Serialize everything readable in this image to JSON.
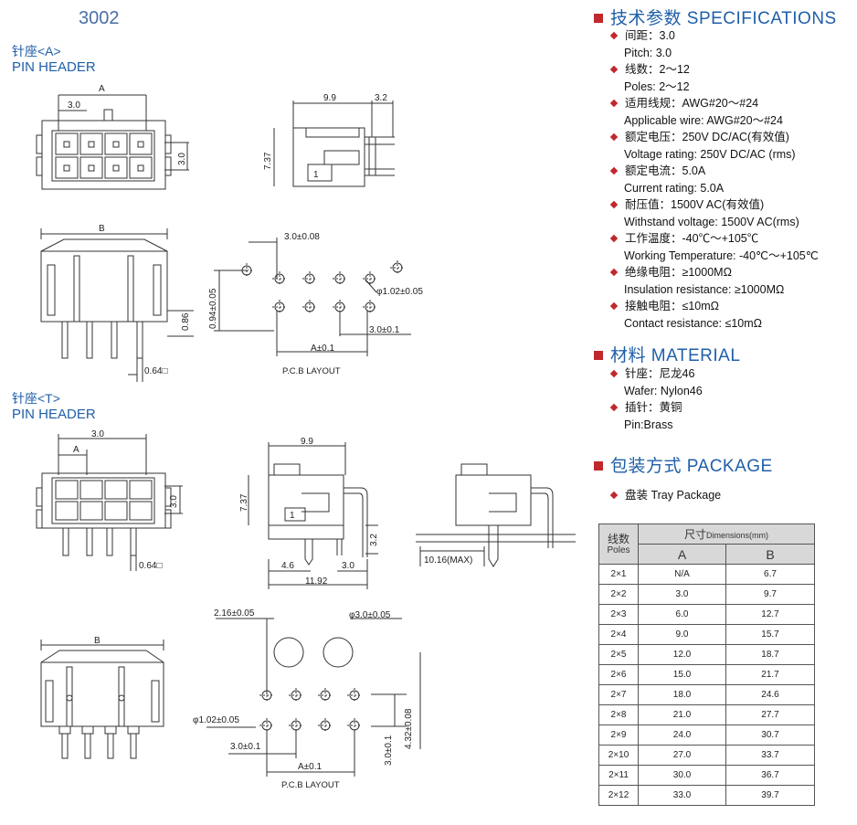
{
  "model": "3002",
  "header_a": {
    "cn": "针座<A>",
    "en": "PIN HEADER"
  },
  "header_t": {
    "cn": "针座<T>",
    "en": "PIN HEADER"
  },
  "drawing_labels": {
    "a_top_A": "A",
    "a_top_3": "3.0",
    "a_top_right3": "3.0",
    "a_side_99": "9.9",
    "a_side_32": "3.2",
    "a_side_737": "7.37",
    "a_front_B": "B",
    "a_front_086": "0.86",
    "a_front_064": "0.64□",
    "a_pcb_308": "3.0±0.08",
    "a_pcb_094": "0.94±0.05",
    "a_pcb_102": "φ1.02±0.05",
    "a_pcb_301": "3.0±0.1",
    "a_pcb_A": "A±0.1",
    "a_pcb_layout": "P.C.B LAYOUT",
    "t_top_3": "3.0",
    "t_top_A": "A",
    "t_top_right3": "3.0",
    "t_top_064": "0.64□",
    "t_side_99": "9.9",
    "t_side_737": "7.37",
    "t_side_46": "4.6",
    "t_side_30": "3.0",
    "t_side_32": "3.2",
    "t_side_1192": "11.92",
    "t_side2_1016": "10.16(MAX)",
    "t_front_B": "B",
    "t_pcb_216": "2.16±0.05",
    "t_pcb_phi30": "φ3.0±0.05",
    "t_pcb_phi102": "φ1.02±0.05",
    "t_pcb_301": "3.0±0.1",
    "t_pcb_A": "A±0.1",
    "t_pcb_301v": "3.0±0.1",
    "t_pcb_432": "4.32±0.08",
    "t_pcb_layout": "P.C.B LAYOUT",
    "pin_mark": "1"
  },
  "specifications": {
    "title": "技术参数 SPECIFICATIONS",
    "items": [
      {
        "cn": "间距：3.0",
        "en": "Pitch: 3.0"
      },
      {
        "cn": "线数：2～12",
        "en": "Poles: 2～12"
      },
      {
        "cn": "适用线规：AWG#20～#24",
        "en": "Applicable wire: AWG#20～#24"
      },
      {
        "cn": "额定电压：250V DC/AC(有效值)",
        "en": "Voltage rating: 250V DC/AC (rms)"
      },
      {
        "cn": "额定电流：5.0A",
        "en": "Current rating: 5.0A"
      },
      {
        "cn": "耐压值：1500V AC(有效值)",
        "en": "Withstand voltage: 1500V AC(rms)"
      },
      {
        "cn": "工作温度：-40℃～+105℃",
        "en": "Working Temperature: -40℃～+105℃"
      },
      {
        "cn": "绝缘电阻：≥1000MΩ",
        "en": "Insulation resistance: ≥1000MΩ"
      },
      {
        "cn": "接触电阻：≤10mΩ",
        "en": "Contact resistance: ≤10mΩ"
      }
    ]
  },
  "material": {
    "title": "材料 MATERIAL",
    "items": [
      {
        "cn": "针座：尼龙46",
        "en": "Wafer: Nylon46"
      },
      {
        "cn": "插针：黄铜",
        "en": "Pin:Brass"
      }
    ]
  },
  "package": {
    "title": "包装方式 PACKAGE",
    "items": [
      {
        "cn": "盘装 Tray Package"
      }
    ]
  },
  "dimension_table": {
    "col_poles_cn": "线数",
    "col_poles_en": "Poles",
    "col_dim_cn": "尺寸",
    "col_dim_en": "Dimensions(mm)",
    "col_a": "A",
    "col_b": "B",
    "rows": [
      {
        "poles": "2×1",
        "a": "N/A",
        "b": "6.7"
      },
      {
        "poles": "2×2",
        "a": "3.0",
        "b": "9.7"
      },
      {
        "poles": "2×3",
        "a": "6.0",
        "b": "12.7"
      },
      {
        "poles": "2×4",
        "a": "9.0",
        "b": "15.7"
      },
      {
        "poles": "2×5",
        "a": "12.0",
        "b": "18.7"
      },
      {
        "poles": "2×6",
        "a": "15.0",
        "b": "21.7"
      },
      {
        "poles": "2×7",
        "a": "18.0",
        "b": "24.6"
      },
      {
        "poles": "2×8",
        "a": "21.0",
        "b": "27.7"
      },
      {
        "poles": "2×9",
        "a": "24.0",
        "b": "30.7"
      },
      {
        "poles": "2×10",
        "a": "27.0",
        "b": "33.7"
      },
      {
        "poles": "2×11",
        "a": "30.0",
        "b": "36.7"
      },
      {
        "poles": "2×12",
        "a": "33.0",
        "b": "39.7"
      }
    ]
  },
  "colors": {
    "accent_red": "#c0282d",
    "title_blue": "#1f5fa8",
    "table_header": "#d8d8d8"
  }
}
